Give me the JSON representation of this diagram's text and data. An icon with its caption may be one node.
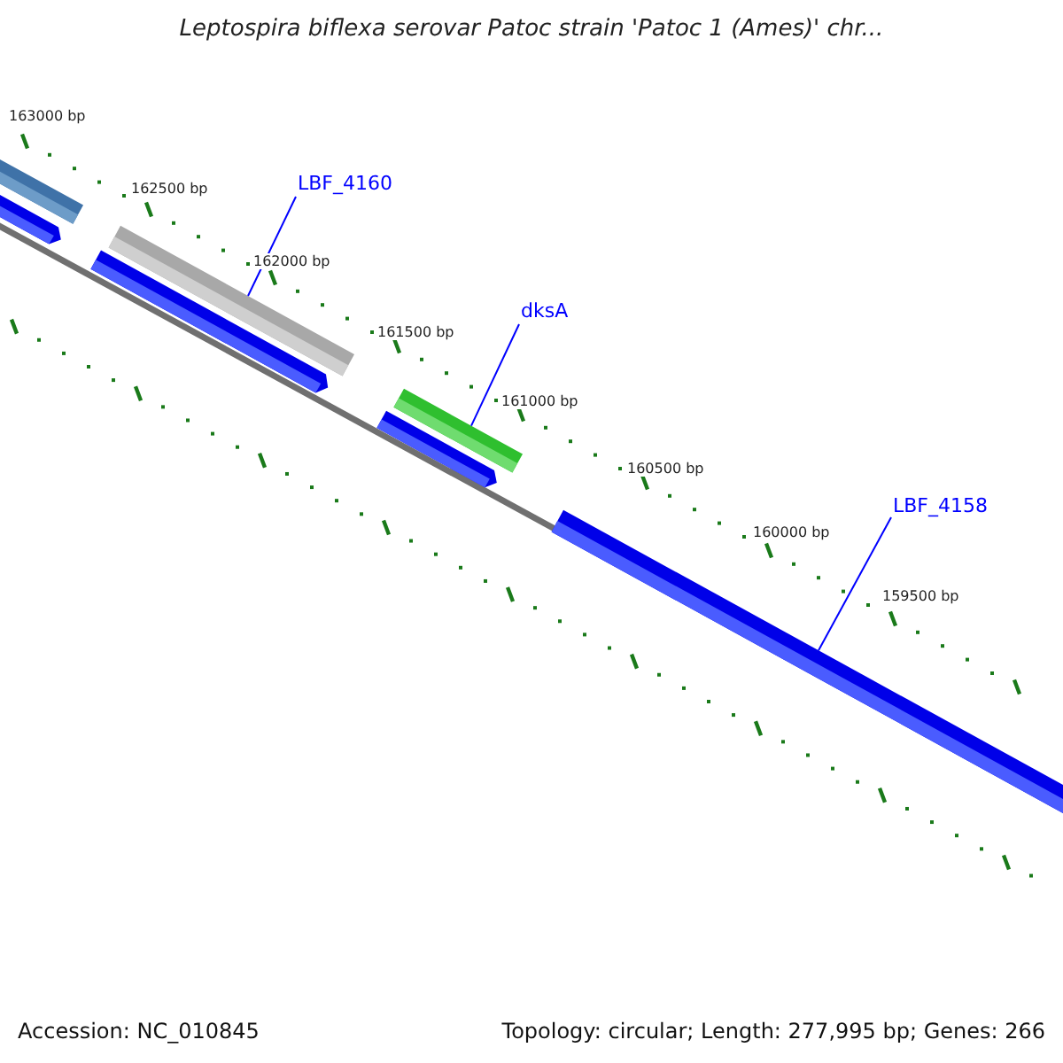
{
  "diagram": {
    "title": "Leptospira biflexa serovar Patoc strain 'Patoc 1 (Ames)' chr...",
    "nodes": [
      {
        "text": [
          "LBF_4160"
        ]
      },
      {
        "text": [],
        "shape": "bar"
      },
      {
        "text": [
          "dksA"
        ]
      },
      {
        "text": [],
        "shape": "bar"
      },
      {
        "text": [
          "LBF_4158"
        ]
      },
      {
        "text": [],
        "shape": "bar"
      }
    ],
    "edges": [
      {
        "from": 0,
        "to": 1,
        "arrow": "none"
      },
      {
        "from": 2,
        "to": 3,
        "arrow": "none"
      },
      {
        "from": 4,
        "to": 5,
        "arrow": "none"
      }
    ],
    "labels": [
      "163000 bp",
      "162500 bp",
      "162000 bp",
      "161500 bp",
      "161000 bp",
      "160500 bp",
      "160000 bp",
      "159500 bp",
      "Accession: NC_010845",
      "Topology: circular; Length: 277,995 bp; Genes: 266"
    ]
  }
}
